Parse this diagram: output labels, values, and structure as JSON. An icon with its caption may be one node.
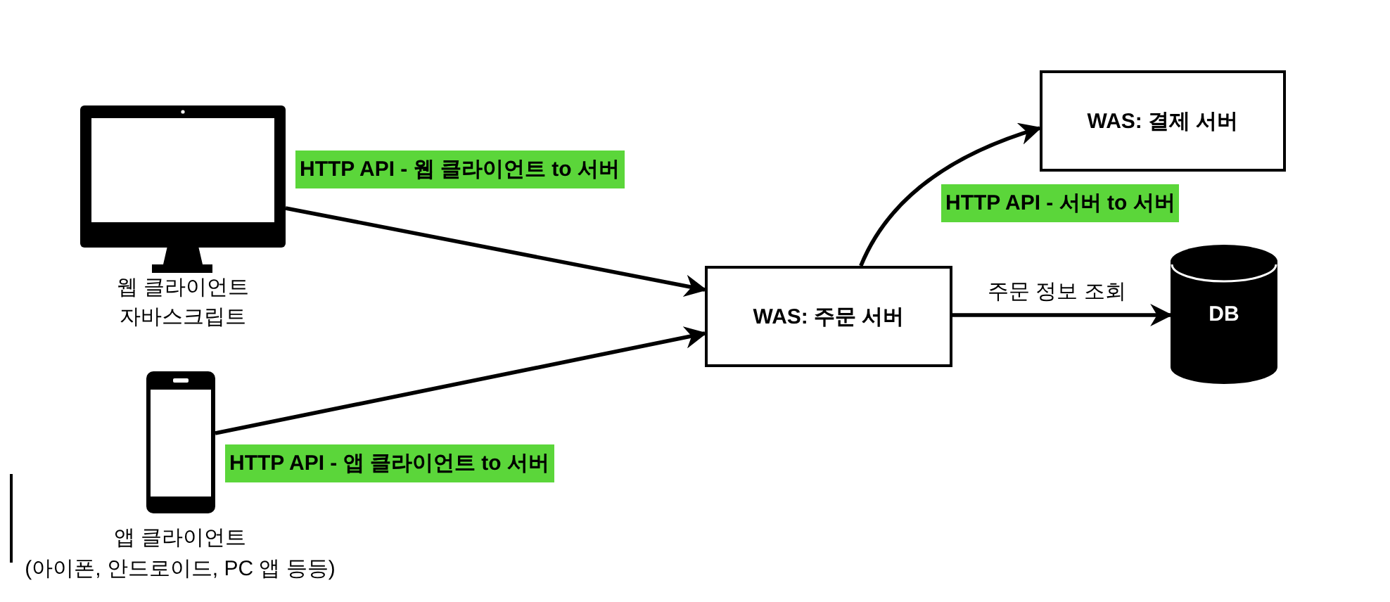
{
  "diagram": {
    "nodes": [
      {
        "text": [],
        "shape": "monitor",
        "beside": [
          "웹 클라이언트",
          "자바스크립트"
        ]
      },
      {
        "text": [],
        "shape": "phone",
        "beside": [
          "앱 클라이언트",
          "(아이폰, 안드로이드, PC 앱 등등)"
        ]
      },
      {
        "text": [
          "WAS: 주문 서버"
        ]
      },
      {
        "text": [
          "WAS: 결제 서버"
        ]
      },
      {
        "text": [
          "DB"
        ]
      }
    ],
    "edges": [
      {
        "from": 0,
        "to": 2,
        "arrow": "to",
        "label": "HTTP API - 웹 클라이언트 to 서버"
      },
      {
        "from": 1,
        "to": 2,
        "arrow": "to",
        "label": "HTTP API - 앱 클라이언트 to 서버"
      },
      {
        "from": 2,
        "to": 3,
        "arrow": "to",
        "label": "HTTP API - 서버 to 서버"
      },
      {
        "from": 2,
        "to": 4,
        "arrow": "to",
        "label": "주문 정보 조회"
      }
    ]
  }
}
